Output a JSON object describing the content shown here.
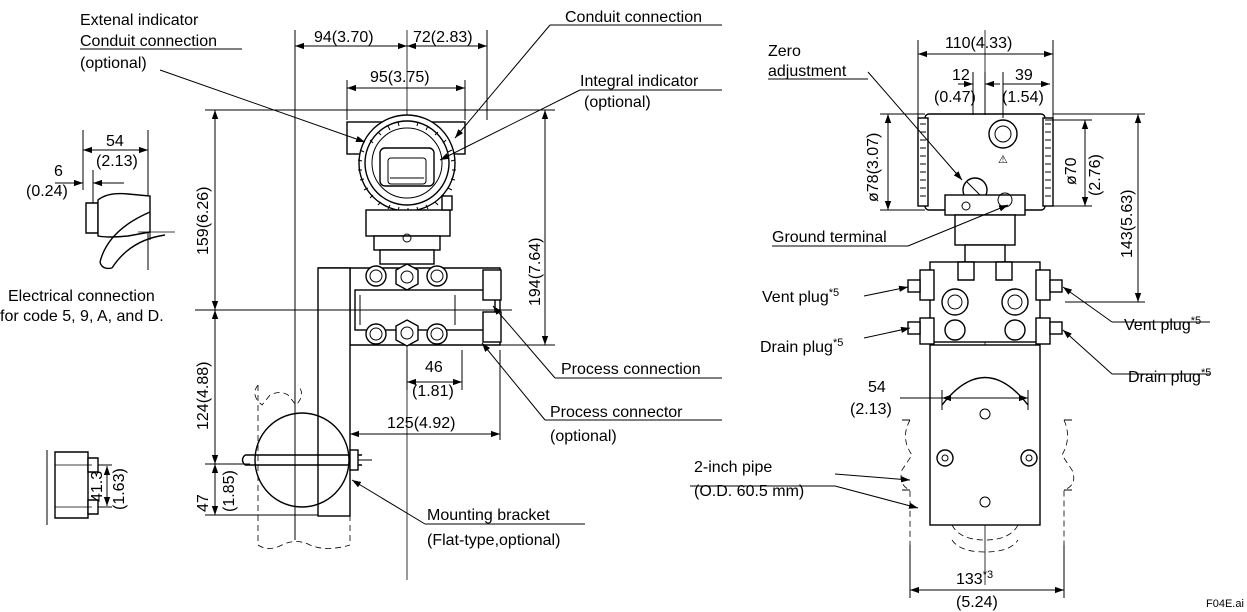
{
  "labels": {
    "extenal_indicator_1": "Extenal indicator",
    "extenal_indicator_2": "Conduit connection",
    "extenal_indicator_3": "(optional)",
    "conduit_connection": "Conduit connection",
    "integral_indicator_1": "Integral indicator",
    "integral_indicator_2": "(optional)",
    "electrical_connection_1": "Electrical connection",
    "electrical_connection_2": "for code 5, 9, A, and D.",
    "process_connection": "Process connection",
    "process_connector_1": "Process connector",
    "process_connector_2": "(optional)",
    "mounting_bracket_1": "Mounting bracket",
    "mounting_bracket_2": "(Flat-type,optional)",
    "zero_adjustment_1": "Zero",
    "zero_adjustment_2": "adjustment",
    "ground_terminal": "Ground terminal",
    "vent_plug_left": "Vent plug",
    "vent_plug_right": "Vent plug",
    "drain_plug_left": "Drain plug",
    "drain_plug_right": "Drain plug",
    "footnote_5": "*5",
    "footnote_3": "*3",
    "pipe_1": "2-inch pipe",
    "pipe_2": "(O.D. 60.5 mm)",
    "figure_id": "F04E.ai"
  },
  "dimensions": {
    "d94": "94(3.70)",
    "d72": "72(2.83)",
    "d95": "95(3.75)",
    "d54a": "54",
    "d54a_in": "(2.13)",
    "d6": "6",
    "d6_in": "(0.24)",
    "d159": "159(6.26)",
    "d194": "194(7.64)",
    "d124": "124(4.88)",
    "d46": "46",
    "d46_in": "(1.81)",
    "d125": "125(4.92)",
    "d47": "47",
    "d47_in": "(1.85)",
    "d41": "41.3",
    "d41_in": "(1.63)",
    "d110": "110(4.33)",
    "d12": "12",
    "d12_in": "(0.47)",
    "d39": "39",
    "d39_in": "(1.54)",
    "d78": "ø78(3.07)",
    "d70": "ø70",
    "d70_in": "(2.76)",
    "d143": "143(5.63)",
    "d54b": "54",
    "d54b_in": "(2.13)",
    "d133": "133",
    "d133_in": "(5.24)"
  },
  "marking": {
    "warning_symbol": "⚠"
  }
}
